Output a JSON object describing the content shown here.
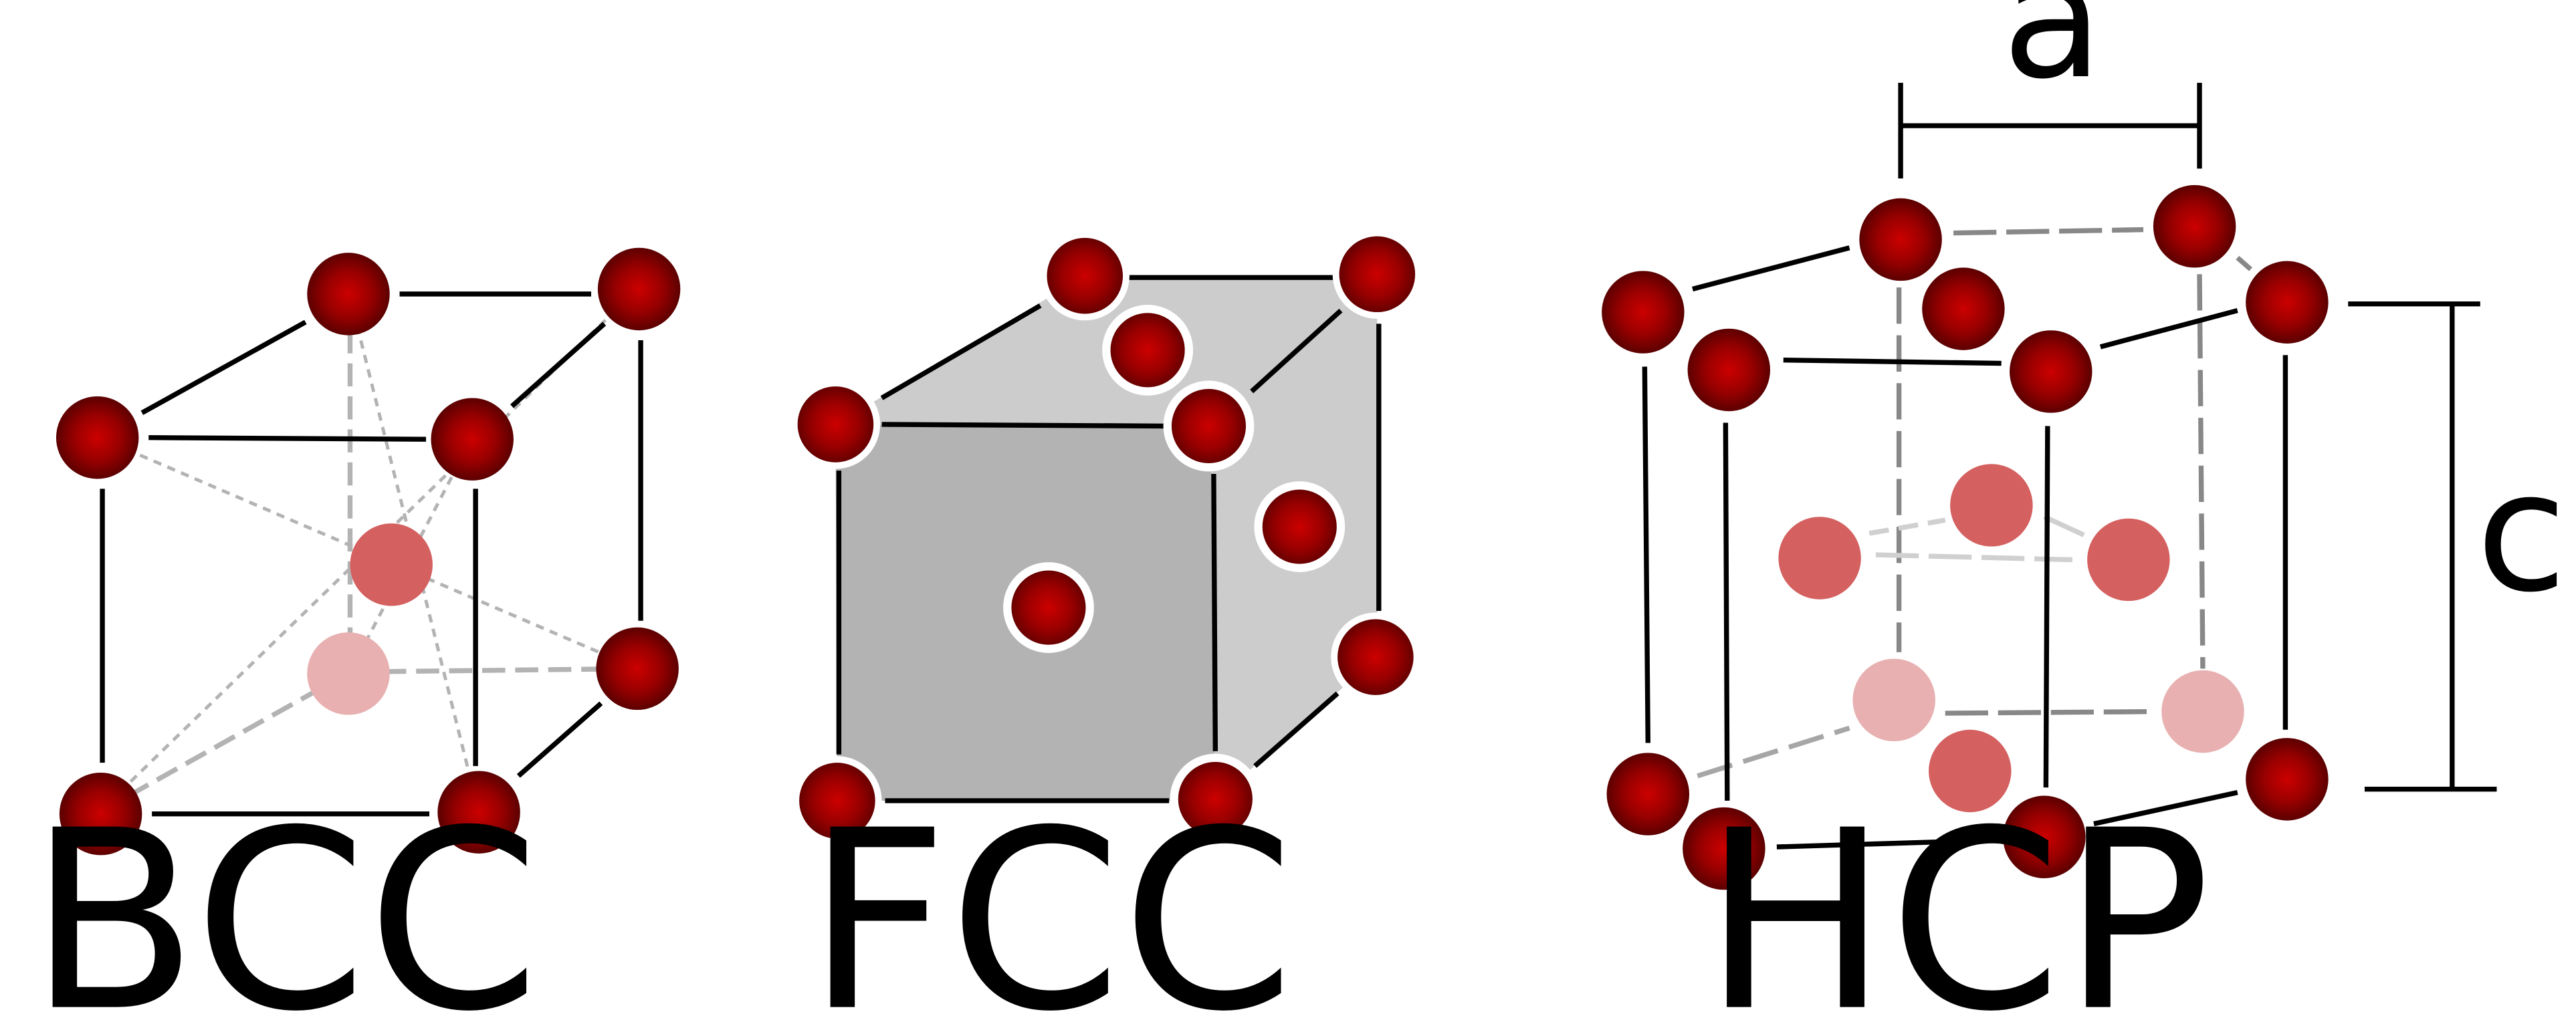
{
  "captions": {
    "bcc": "BCC",
    "fcc": "FCC",
    "hcp": "HCP"
  },
  "dimension_labels": {
    "a": "a",
    "c": "c"
  },
  "colors": {
    "atom_dark": "#8b0000",
    "atom_mid": "#d46060",
    "atom_light": "#e8b0b0",
    "fcc_front_face": "#b3b3b3",
    "fcc_side_face": "#cccccc",
    "edge": "#000000",
    "hidden_edge": "#b3b3b3"
  }
}
